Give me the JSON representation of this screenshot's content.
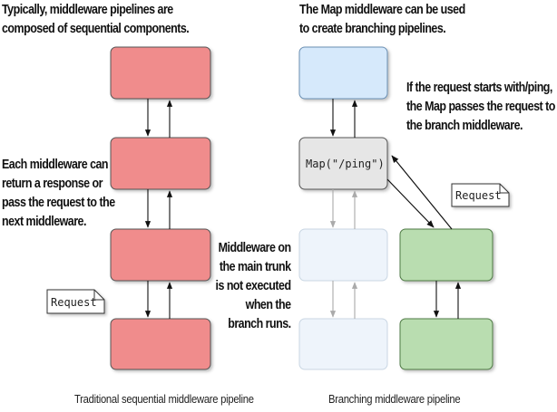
{
  "left": {
    "heading": [
      "Typically, middleware pipelines are",
      "composed of sequential components."
    ],
    "side_note": [
      "Each middleware can",
      "return a response or",
      "pass the request to the",
      "next middleware."
    ],
    "request_tag": "Request",
    "caption": "Traditional sequential middleware pipeline",
    "box_fill": "#f08c8c",
    "box_stroke": "#555555"
  },
  "right": {
    "heading": [
      "The Map middleware can be used",
      "to create branching pipelines."
    ],
    "map_note": [
      "If the request starts with/ping,",
      "the Map passes the request to",
      "the branch middleware."
    ],
    "trunk_note": [
      "Middleware on",
      "the main trunk",
      "is not executed",
      "when the",
      "branch runs."
    ],
    "map_label": "Map(\"/ping\")",
    "request_tag": "Request",
    "caption": "Branching middleware pipeline",
    "top_fill": "#d6e9fb",
    "map_fill": "#e6e6e6",
    "faded_fill": "#eef4fb",
    "branch_fill": "#b9ddb0"
  }
}
